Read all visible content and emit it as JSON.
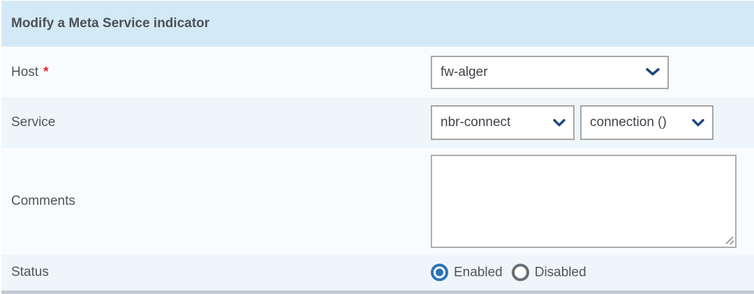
{
  "header": {
    "title": "Modify a Meta Service indicator"
  },
  "rows": {
    "host": {
      "label": "Host",
      "required_marker": "*",
      "select_value": "fw-alger"
    },
    "service": {
      "label": "Service",
      "select_value_1": "nbr-connect",
      "select_value_2": "connection ()"
    },
    "comments": {
      "label": "Comments",
      "textarea_value": ""
    },
    "status": {
      "label": "Status",
      "options": [
        {
          "label": "Enabled",
          "selected": true
        },
        {
          "label": "Disabled",
          "selected": false
        }
      ],
      "selected_value": "Enabled"
    }
  },
  "colors": {
    "header_bg": "#d3eaf6",
    "row_light": "#f9fcff",
    "row_blue": "#eef6fc",
    "select_border": "#a6a6a6",
    "chevron": "#1f4680",
    "radio_selected": "#2d74b4",
    "radio_unselected": "#696e74",
    "required_marker": "#e9202a",
    "bottom_border": "#c2cbd5",
    "text": "#4f545a"
  }
}
